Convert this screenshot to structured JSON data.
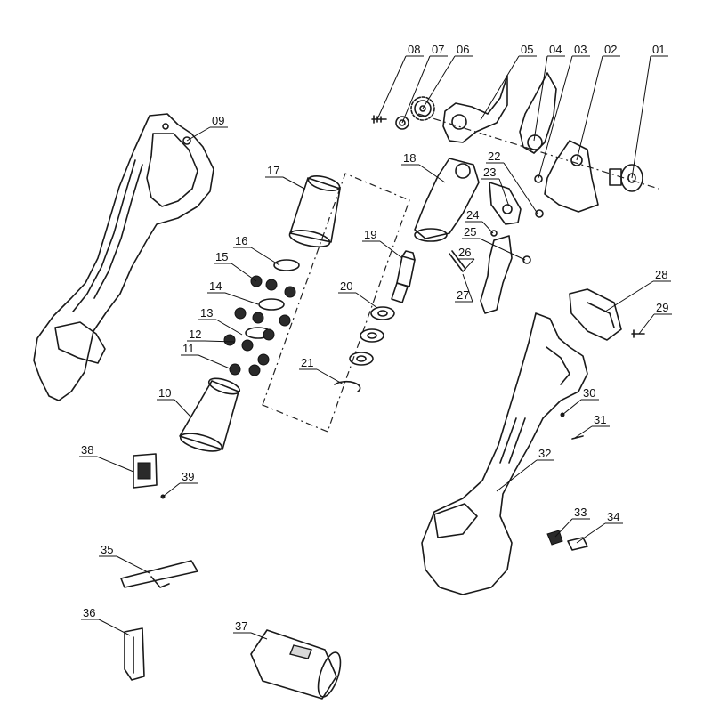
{
  "labels": [
    "01",
    "02",
    "03",
    "04",
    "05",
    "06",
    "07",
    "08",
    "09",
    "10",
    "11",
    "12",
    "13",
    "14",
    "15",
    "16",
    "17",
    "18",
    "19",
    "20",
    "21",
    "22",
    "23",
    "24",
    "25",
    "26",
    "27",
    "28",
    "29",
    "30",
    "31",
    "32",
    "33",
    "34",
    "35",
    "36",
    "37",
    "38",
    "39"
  ]
}
